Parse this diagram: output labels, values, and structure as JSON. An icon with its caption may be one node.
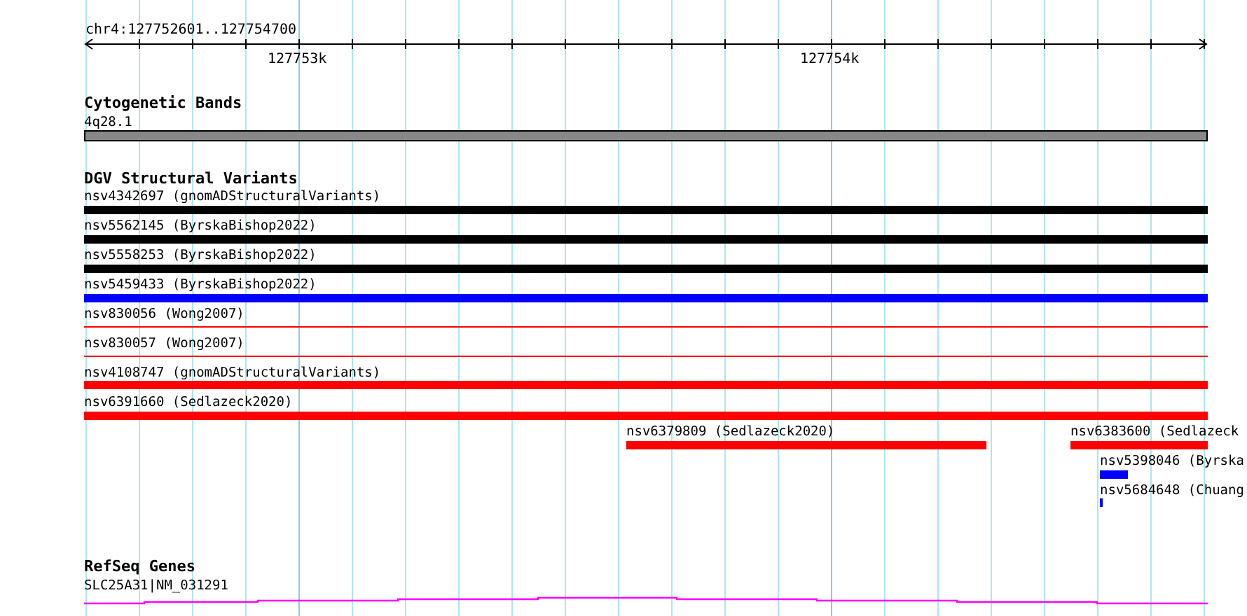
{
  "diagram": {
    "nodes": [
      {
        "text": [
          "4q28.1"
        ]
      },
      {
        "text": [
          "nsv4342697 (gnomADStructuralVariants)"
        ]
      },
      {
        "text": [
          "nsv5562145 (ByrskaBishop2022)"
        ]
      },
      {
        "text": [
          "nsv5558253 (ByrskaBishop2022)"
        ]
      },
      {
        "text": [
          "nsv5459433 (ByrskaBishop2022)"
        ]
      },
      {
        "text": [
          "nsv830056 (Wong2007)"
        ]
      },
      {
        "text": [
          "nsv830057 (Wong2007)"
        ]
      },
      {
        "text": [
          "nsv4108747 (gnomADStructuralVariants)"
        ]
      },
      {
        "text": [
          "nsv6391660 (Sedlazeck2020)"
        ]
      },
      {
        "text": [
          "nsv6379809 (Sedlazeck2020)"
        ]
      },
      {
        "text": [
          "nsv6383600 (Sedlazeck"
        ]
      },
      {
        "text": [
          "nsv5398046 (Byrska"
        ]
      },
      {
        "text": [
          "nsv5684648 (Chuang"
        ]
      },
      {
        "text": [
          "SLC25A31|NM_031291"
        ]
      }
    ],
    "labels": [
      "chr4:127752601..127754700",
      "127753k",
      "127754k",
      "Cytogenetic Bands",
      "DGV Structural Variants",
      "RefSeq Genes"
    ]
  }
}
